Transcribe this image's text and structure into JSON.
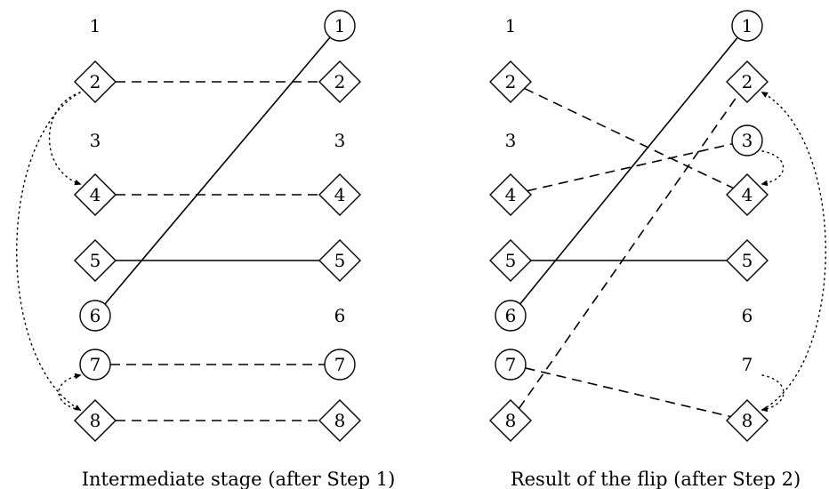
{
  "panels": [
    {
      "id": "left",
      "caption": "Intermediate stage (after Step 1)",
      "left_nodes": [
        {
          "label": "1",
          "shape": "none"
        },
        {
          "label": "2",
          "shape": "diamond"
        },
        {
          "label": "3",
          "shape": "none"
        },
        {
          "label": "4",
          "shape": "diamond"
        },
        {
          "label": "5",
          "shape": "diamond"
        },
        {
          "label": "6",
          "shape": "circle"
        },
        {
          "label": "7",
          "shape": "circle"
        },
        {
          "label": "8",
          "shape": "diamond"
        }
      ],
      "right_nodes": [
        {
          "label": "1",
          "shape": "circle"
        },
        {
          "label": "2",
          "shape": "diamond"
        },
        {
          "label": "3",
          "shape": "none"
        },
        {
          "label": "4",
          "shape": "diamond"
        },
        {
          "label": "5",
          "shape": "diamond"
        },
        {
          "label": "6",
          "shape": "none"
        },
        {
          "label": "7",
          "shape": "circle"
        },
        {
          "label": "8",
          "shape": "diamond"
        }
      ],
      "edges": [
        {
          "from": "6",
          "to": "1",
          "style": "solid"
        },
        {
          "from": "2",
          "to": "2",
          "style": "dashed"
        },
        {
          "from": "4",
          "to": "4",
          "style": "dashed"
        },
        {
          "from": "5",
          "to": "5",
          "style": "solid"
        },
        {
          "from": "7",
          "to": "7",
          "style": "dashed"
        },
        {
          "from": "8",
          "to": "8",
          "style": "dashed"
        }
      ],
      "arcs": [
        {
          "side": "left",
          "from": "2",
          "to": "4"
        },
        {
          "side": "left",
          "from": "2",
          "to": "8"
        },
        {
          "side": "left",
          "from": "8",
          "to": "7"
        }
      ]
    },
    {
      "id": "right",
      "caption": "Result of the flip (after Step 2)",
      "left_nodes": [
        {
          "label": "1",
          "shape": "none"
        },
        {
          "label": "2",
          "shape": "diamond"
        },
        {
          "label": "3",
          "shape": "none"
        },
        {
          "label": "4",
          "shape": "diamond"
        },
        {
          "label": "5",
          "shape": "diamond"
        },
        {
          "label": "6",
          "shape": "circle"
        },
        {
          "label": "7",
          "shape": "circle"
        },
        {
          "label": "8",
          "shape": "diamond"
        }
      ],
      "right_nodes": [
        {
          "label": "1",
          "shape": "circle"
        },
        {
          "label": "2",
          "shape": "diamond"
        },
        {
          "label": "3",
          "shape": "circle"
        },
        {
          "label": "4",
          "shape": "diamond"
        },
        {
          "label": "5",
          "shape": "diamond"
        },
        {
          "label": "6",
          "shape": "none"
        },
        {
          "label": "7",
          "shape": "none"
        },
        {
          "label": "8",
          "shape": "diamond"
        }
      ],
      "edges": [
        {
          "from": "6",
          "to": "1",
          "style": "solid"
        },
        {
          "from": "2",
          "to": "4",
          "style": "dashed"
        },
        {
          "from": "4",
          "to": "3",
          "style": "dashed"
        },
        {
          "from": "5",
          "to": "5",
          "style": "solid"
        },
        {
          "from": "8",
          "to": "2",
          "style": "dashed"
        },
        {
          "from": "7",
          "to": "8",
          "style": "dashed"
        }
      ],
      "arcs": [
        {
          "side": "right",
          "from": "3",
          "to": "4"
        },
        {
          "side": "right",
          "from": "8",
          "to": "2"
        },
        {
          "side": "right",
          "from": "7",
          "to": "8"
        }
      ]
    }
  ]
}
